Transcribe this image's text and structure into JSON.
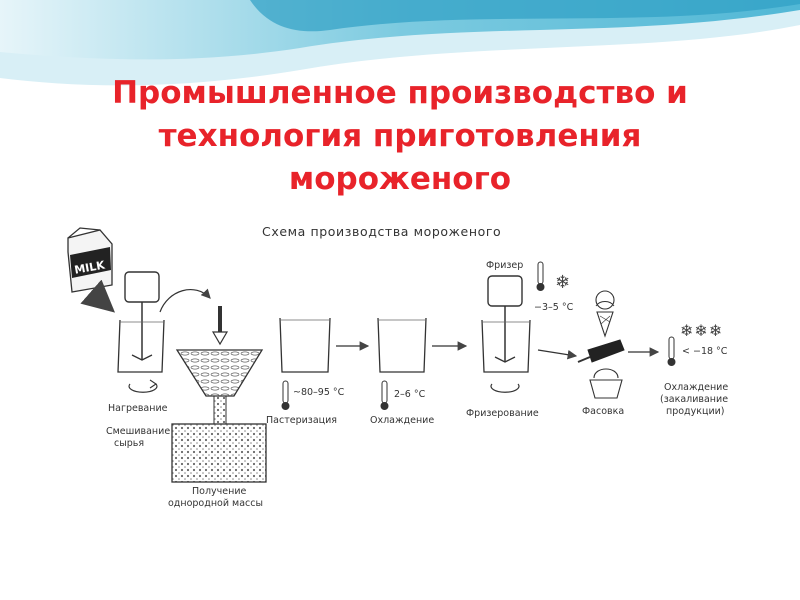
{
  "slide": {
    "title_lines": [
      "Промышленное производство и",
      "технология приготовления",
      "мороженого"
    ]
  },
  "diagram": {
    "heading": "Схема производства мороженого",
    "milk_label": "MILK",
    "labels": {
      "heating": "Нагревание",
      "mixing_1": "Смешивание",
      "mixing_2": "сырья",
      "homog_1": "Получение",
      "homog_2": "однородной массы",
      "temp_pasteur": "~80–95 °C",
      "pasteurization": "Пастеризация",
      "temp_cooling": "2–6 °C",
      "cooling": "Охлаждение",
      "freezer": "Фризер",
      "temp_freezer": "−3–5 °C",
      "freezing": "Фризерование",
      "packing": "Фасовка",
      "temp_hardening": "< −18 °C",
      "hardening_1": "Охлаждение",
      "hardening_2": "(закаливание",
      "hardening_3": "продукции)"
    },
    "snowflake": "❄❄❄"
  },
  "colors": {
    "title": "#e8232a",
    "wave_dark": "#5bbcd6",
    "wave_light": "#bfe6f1",
    "line": "#444444"
  }
}
